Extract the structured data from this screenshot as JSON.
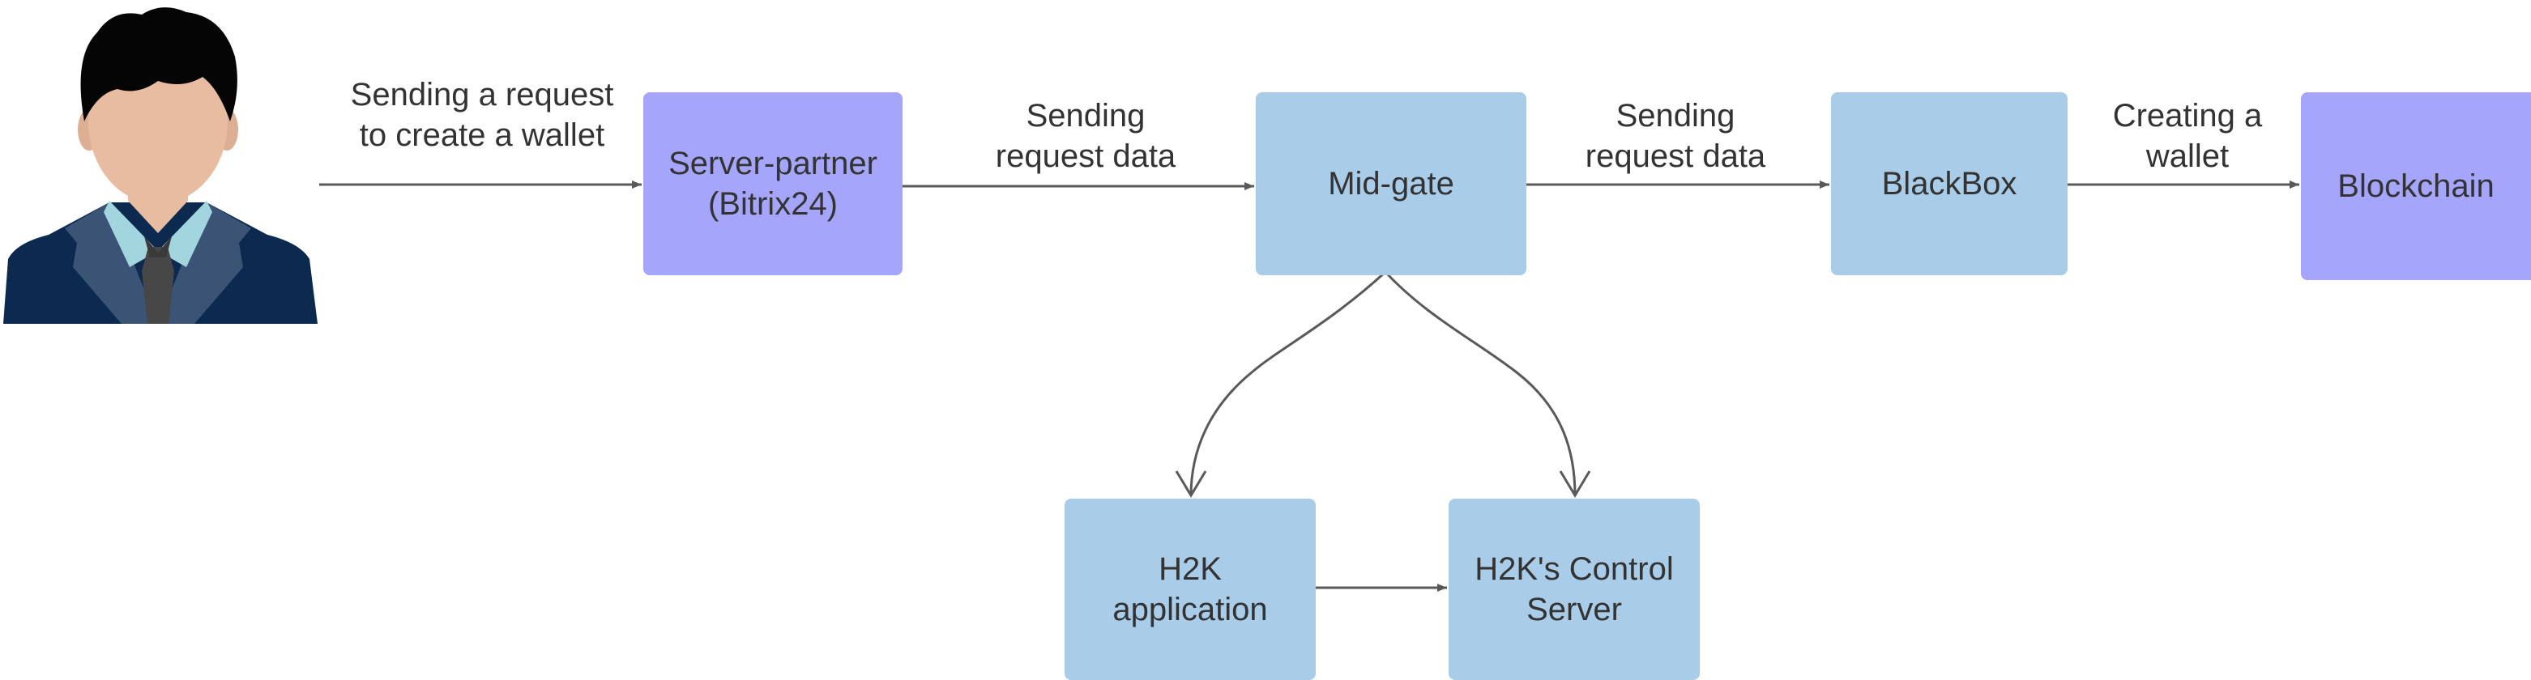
{
  "colors": {
    "node_purple": "#a5a5fb",
    "node_blue": "#a9cce8",
    "edge": "#595959",
    "text": "#333333",
    "person_hair": "#050505",
    "person_skin": "#e8bca0",
    "person_suit": "#0c2a50",
    "person_lapel": "#3b5475",
    "person_shirt": "#a2d5dd",
    "person_tie": "#474747"
  },
  "actor": {
    "icon": "user-avatar-icon"
  },
  "nodes": {
    "server_partner": {
      "label": "Server-partner\n(Bitrix24)"
    },
    "mid_gate": {
      "label": "Mid-gate"
    },
    "blackbox": {
      "label": "BlackBox"
    },
    "blockchain": {
      "label": "Blockchain"
    },
    "h2k_application": {
      "label": "H2K\napplication"
    },
    "h2k_control_server": {
      "label": "H2K's Control\nServer"
    }
  },
  "edges": {
    "user_to_server": {
      "label": "Sending a request\nto create a wallet"
    },
    "server_to_midgate": {
      "label": "Sending\nrequest data"
    },
    "midgate_to_blackbox": {
      "label": "Sending\nrequest data"
    },
    "blackbox_to_blockchain": {
      "label": "Creating a\nwallet"
    }
  }
}
